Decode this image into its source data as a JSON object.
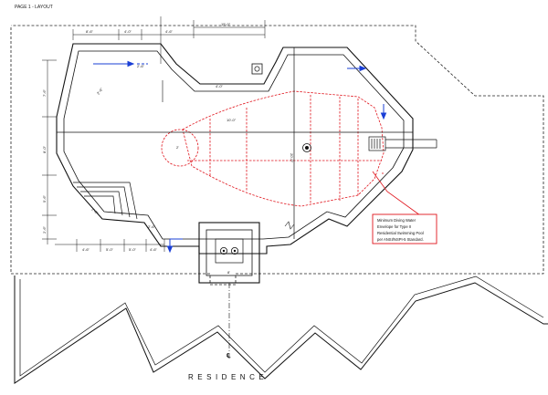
{
  "page_title": "PAGE 1 - LAYOUT",
  "residence_label": "RESIDENCE",
  "note": {
    "lines": [
      "Minimum Diving Water",
      "Envelope for Type II",
      "Residential Swimming Pool",
      "per ANSI/NSPI-5 Standard."
    ]
  },
  "dims": {
    "top": [
      "8'-6\"",
      "4'-0\"",
      "4'-6\"",
      "15'-0\""
    ],
    "bottom": [
      "4'-6\"",
      "5'-0\"",
      "5'-0\"",
      "4'-6\""
    ],
    "left": [
      "7'-6\"",
      "8'-0\"",
      "5'-6\"",
      "2'-6\""
    ],
    "inner": [
      "2'-6\"",
      "2'-6\"",
      "4'-0\"",
      "2'-0\"",
      "2'-6\""
    ],
    "diving_length": "10'-0\"",
    "pool_width": "20'-0\"",
    "radius": "2'",
    "spa_size": "8'"
  },
  "colors": {
    "line": "#111111",
    "envelope": "#e0141c",
    "arrow": "#1a3fd6"
  }
}
